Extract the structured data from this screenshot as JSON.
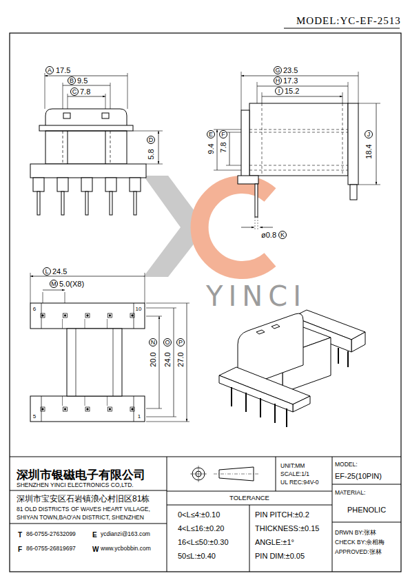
{
  "diagram": {
    "title": "MODEL:YC-EF-2513",
    "labels": [
      "A",
      "17.5",
      "B",
      "9.5",
      "C",
      "7.8",
      "D",
      "5.8",
      "G",
      "23.5",
      "H",
      "17.3",
      "I",
      "15.2",
      "E",
      "9.4",
      "F",
      "7.8",
      "J",
      "18.4",
      "ø0.8",
      "K",
      "L",
      "24.5",
      "M",
      "5.0(X8)",
      "6",
      "10",
      "5",
      "1",
      "N",
      "20.0",
      "O",
      "24.0",
      "P",
      "27.0",
      "YINCI",
      "深圳市银磁电子有限公司",
      "SHENZHEN YINCI ELECTRONICS CO,LTD.",
      "深圳市宝安区石岩镇浪心村旧区81栋",
      "81 OLD DISTRICTS OF WAVES HEART VILLAGE,",
      "SHIYAN TOWN,BAO'AN DISTRICT, SHENZHEN",
      "T",
      "86-0755-27632099",
      "E",
      "ycdianzi@163.com",
      "F",
      "86-0755-26819697",
      "W",
      "www.ycbobbin.com",
      "UNIT:MM",
      "SCALE:1/1",
      "UL REC:94V-0",
      "TOLERANCE",
      "0<L≤4:±0.10",
      "4<L≤16:±0.20",
      "16<L≤50:±0.30",
      "50≤L:±0.40",
      "PIN PITCH:±0.2",
      "THICKNESS:±0.15",
      "ANGLE:±1°",
      "PIN DIM:±0.05",
      "MODEL:",
      "EF-25(10PIN)",
      "MATERIAL:",
      "PHENOLIC",
      "DRWN BY:张林",
      "CHECK BY:余相梅",
      "APPROVED:张林"
    ]
  }
}
